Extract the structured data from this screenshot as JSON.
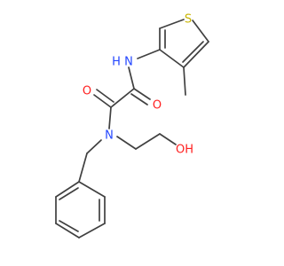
{
  "atoms": {
    "thiophene_s": "S",
    "amide_nh": "H",
    "amide_n": "N",
    "carbonyl_o_left": "O",
    "carbonyl_o_right": "O",
    "tertiary_n": "N",
    "hydroxyl": "OH"
  },
  "colors": {
    "bond": "#404040",
    "sulfur": "#c8b400",
    "nitrogen": "#2346ff",
    "oxygen": "#ff2020"
  }
}
